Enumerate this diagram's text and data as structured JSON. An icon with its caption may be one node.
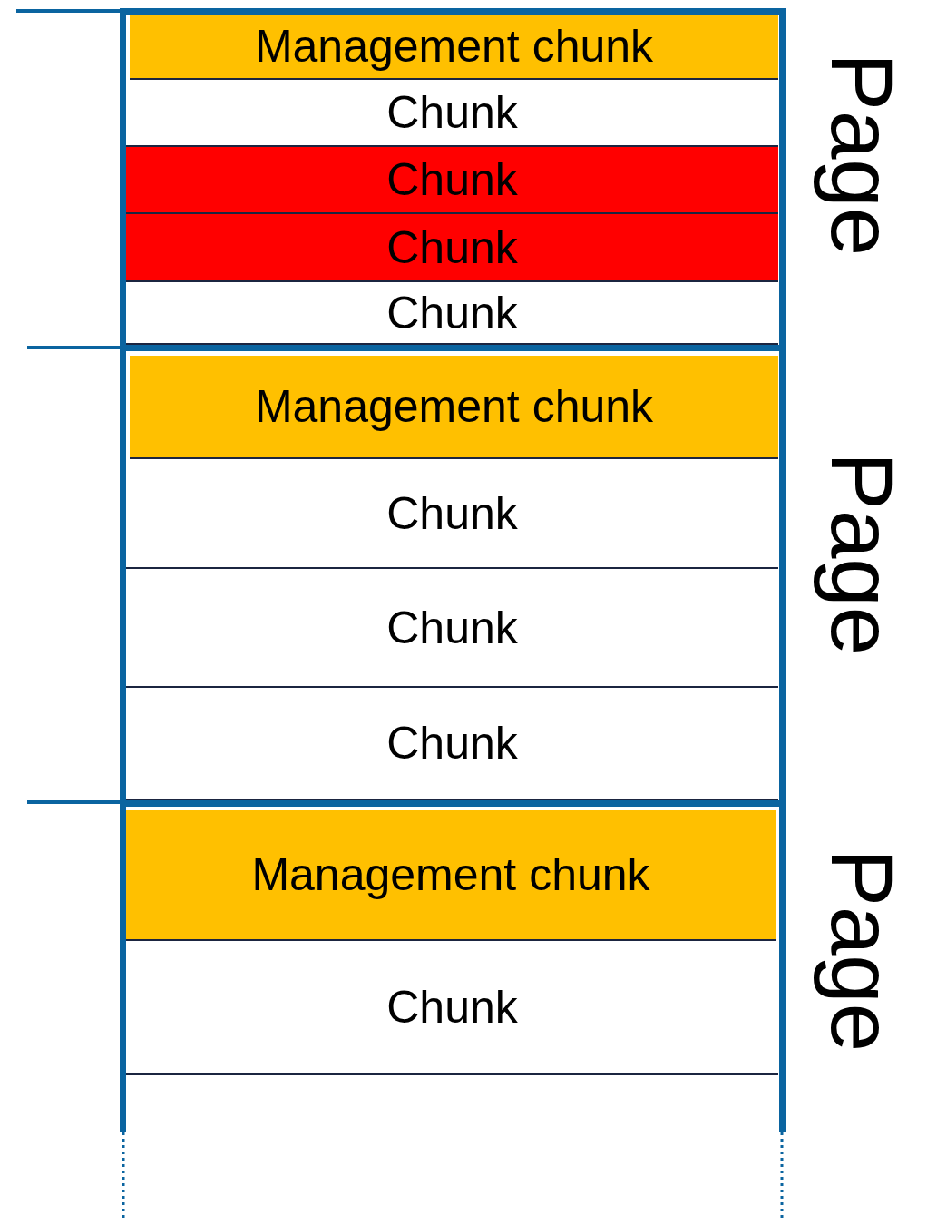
{
  "diagram": {
    "nodes": [
      {
        "text": [
          "Page"
        ]
      },
      {
        "text": [
          "Management chunk"
        ],
        "in": 0
      },
      {
        "text": [
          "Chunk"
        ],
        "in": 0
      },
      {
        "text": [
          "Chunk"
        ],
        "in": 0
      },
      {
        "text": [
          "Chunk"
        ],
        "in": 0
      },
      {
        "text": [
          "Chunk"
        ],
        "in": 0
      },
      {
        "text": [
          "Page"
        ]
      },
      {
        "text": [
          "Management chunk"
        ],
        "in": 6
      },
      {
        "text": [
          "Chunk"
        ],
        "in": 6
      },
      {
        "text": [
          "Chunk"
        ],
        "in": 6
      },
      {
        "text": [
          "Chunk"
        ],
        "in": 6
      },
      {
        "text": [
          "Page"
        ]
      },
      {
        "text": [
          "Management chunk"
        ],
        "in": 11
      },
      {
        "text": [
          "Chunk"
        ],
        "in": 11
      }
    ]
  }
}
